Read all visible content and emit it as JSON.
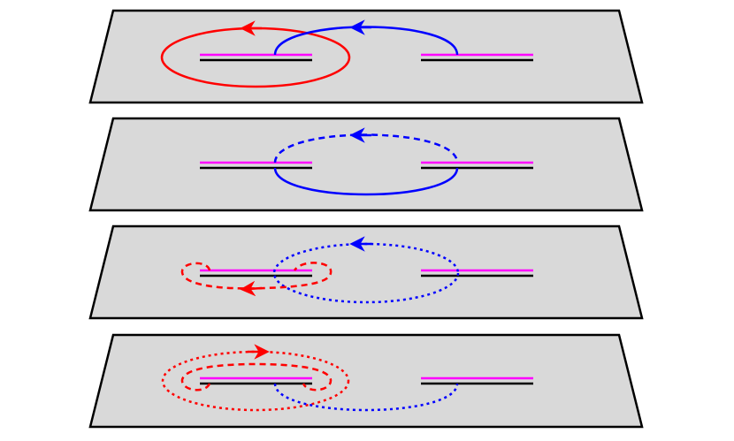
{
  "figure": {
    "colors": {
      "background": "#ffffff",
      "sheet_fill": "#d9d9d9",
      "sheet_stroke": "#000000",
      "cut_upper": "#ff00ff",
      "cut_lower": "#000000",
      "red_path": "#ff0000",
      "blue_path": "#0000ff"
    },
    "sheets": [
      {
        "name": "sheet-1",
        "paths": [
          {
            "name": "red-loop",
            "color": "red",
            "style": "solid",
            "arrow": "left"
          },
          {
            "name": "blue-arc",
            "color": "blue",
            "style": "solid",
            "arrow": "left"
          }
        ]
      },
      {
        "name": "sheet-2",
        "paths": [
          {
            "name": "blue-upper-arc",
            "color": "blue",
            "style": "dashed",
            "arrow": "left"
          },
          {
            "name": "blue-lower-arc",
            "color": "blue",
            "style": "solid"
          }
        ]
      },
      {
        "name": "sheet-3",
        "paths": [
          {
            "name": "blue-ellipse",
            "color": "blue",
            "style": "dotted",
            "arrow": "left"
          },
          {
            "name": "red-dumbbell",
            "color": "red",
            "style": "dashed",
            "arrow": "left"
          }
        ]
      },
      {
        "name": "sheet-4",
        "paths": [
          {
            "name": "red-outer-loop",
            "color": "red",
            "style": "dotted",
            "arrow": "right"
          },
          {
            "name": "red-inner-dumbbell",
            "color": "red",
            "style": "dashed"
          },
          {
            "name": "blue-lower-arc",
            "color": "blue",
            "style": "dotted"
          }
        ]
      }
    ]
  }
}
